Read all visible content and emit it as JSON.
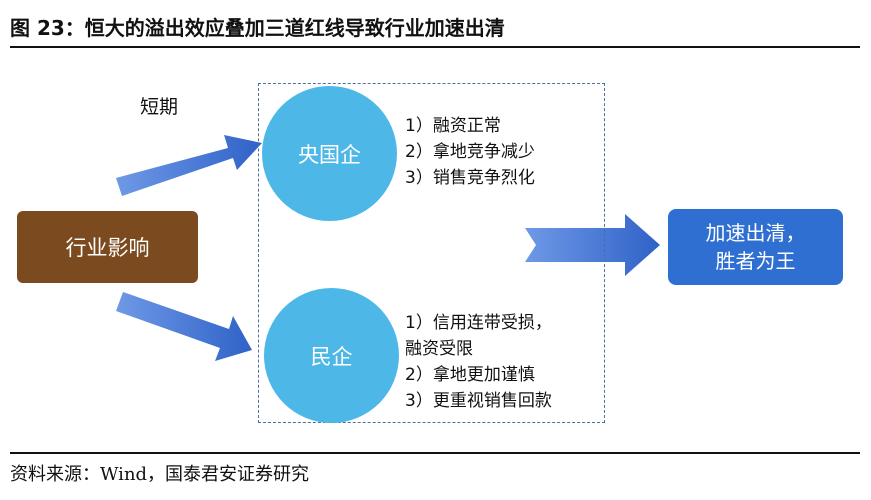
{
  "title": "图 23：恒大的溢出效应叠加三道红线导致行业加速出清",
  "source": "资料来源：Wind，国泰君安证券研究",
  "diagram": {
    "short_term_label": "短期",
    "industry_impact": "行业影响",
    "soe": {
      "label": "央国企",
      "items": [
        "1）融资正常",
        "2）拿地竞争减少",
        "3）销售竞争烈化"
      ]
    },
    "private": {
      "label": "民企",
      "items": [
        "1）信用连带受损，",
        "融资受限",
        "2）拿地更加谨慎",
        "3）更重视销售回款"
      ]
    },
    "result": {
      "line1": "加速出清，",
      "line2": "胜者为王"
    }
  },
  "colors": {
    "industry_box": "#7b4a1e",
    "circle": "#4db8e8",
    "result_box": "#2f6fd1",
    "arrow": "#3a6fd0",
    "frame": "#4a6fa5"
  }
}
